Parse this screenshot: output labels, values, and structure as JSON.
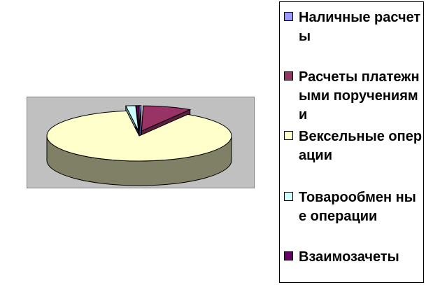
{
  "chart_data": {
    "type": "pie",
    "style": "3d",
    "title": "",
    "legend_position": "right",
    "series": [
      {
        "name": "",
        "slices": [
          {
            "label": "Наличные расчеты",
            "value": 0.3,
            "color": "#9999ff"
          },
          {
            "label": "Расчеты платежными поручениями",
            "value": 8.5,
            "color": "#993366"
          },
          {
            "label": "Вексельные операции",
            "value": 89.0,
            "color": "#ffffcc"
          },
          {
            "label": "Товарообменные операции",
            "value": 1.7,
            "color": "#ccffff"
          },
          {
            "label": "Взаимозачеты",
            "value": 0.5,
            "color": "#660066"
          }
        ]
      }
    ]
  },
  "legend": {
    "items": [
      {
        "label": "Наличные расчеты",
        "color": "#9999ff"
      },
      {
        "label": "Расчеты платежными поручениями",
        "color": "#993366"
      },
      {
        "label": "Вексельные операции",
        "color": "#ffffcc"
      },
      {
        "label": "Товарообмен ные операции",
        "color": "#ccffff"
      },
      {
        "label": "Взаимозачеты",
        "color": "#660066"
      }
    ]
  }
}
